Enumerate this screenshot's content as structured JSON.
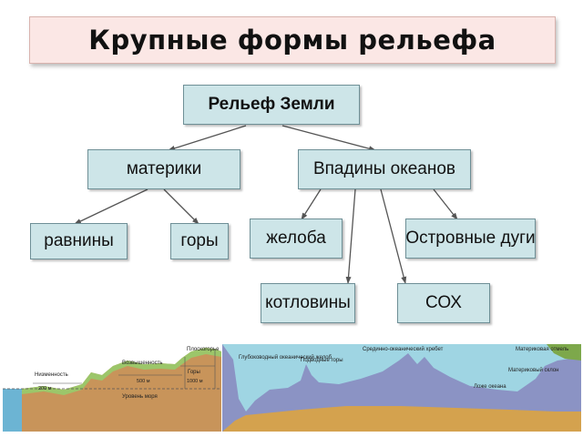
{
  "title": "Крупные формы рельефа",
  "diagram": {
    "root": "Рельеф Земли",
    "continents": "материки",
    "ocean_basins": "Впадины океанов",
    "plains": "равнины",
    "mountains": "горы",
    "trenches": "желоба",
    "island_arcs": "Островные дуги",
    "basins": "котловины",
    "ridges": "СОХ"
  },
  "land_profile": {
    "labels": {
      "lowland": "Низменность",
      "upland": "Возвышенность",
      "plateau": "Плоскогорье",
      "mountains": "Горы",
      "sea_level": "Уровень моря",
      "h200": "200 м",
      "h500": "500 м",
      "h1000": "1000 м"
    }
  },
  "ocean_profile": {
    "labels": {
      "deep_trench": "Глубоководный океанический желоб",
      "underwater_mountains": "Подводные горы",
      "mid_ocean_ridge": "Срединно-океанический хребет",
      "shelf": "Материковая отмель",
      "slope": "Материковый склон",
      "ocean_floor": "Ложе океана"
    }
  }
}
